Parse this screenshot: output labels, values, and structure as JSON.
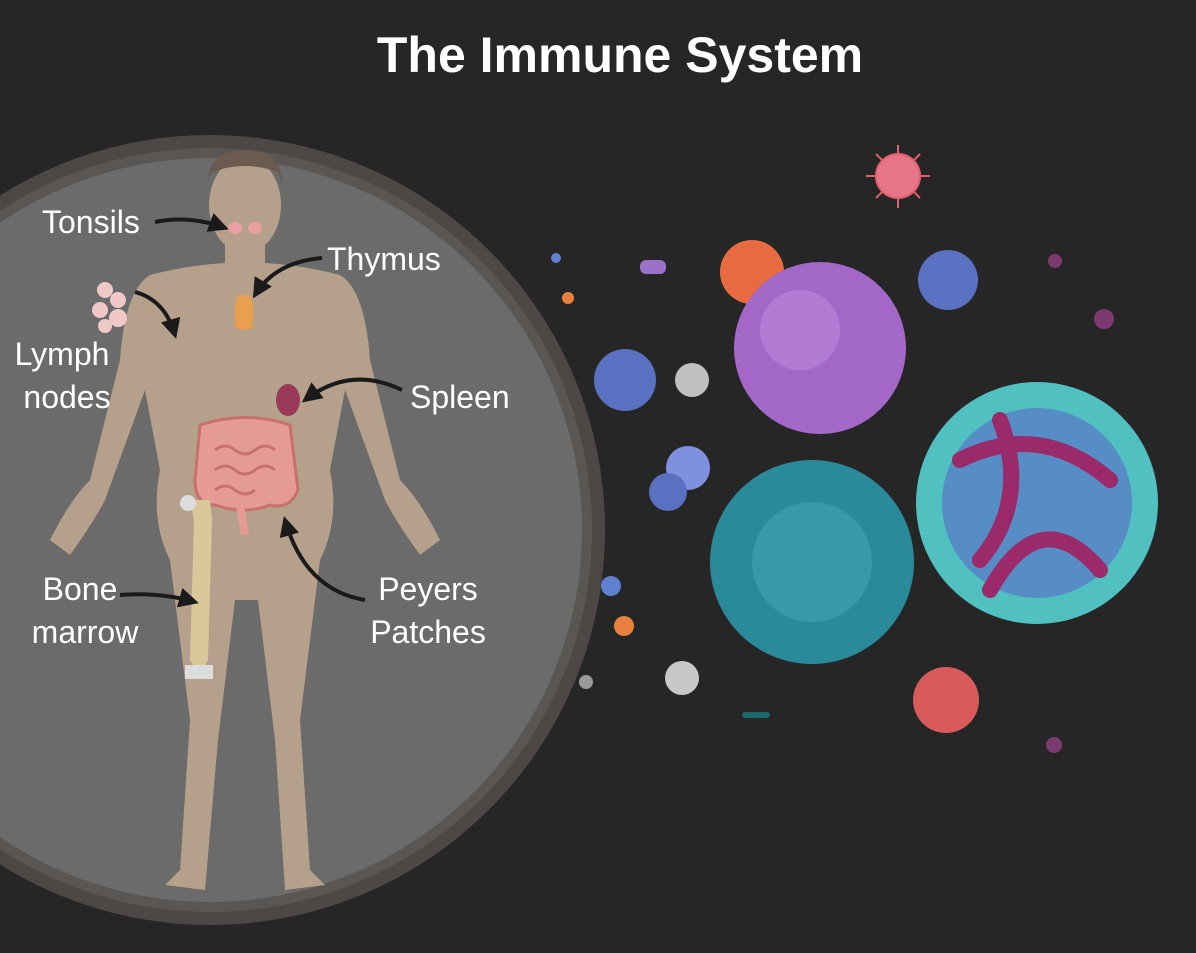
{
  "title": "The Immune System",
  "labels": {
    "tonsils": "Tonsils",
    "thymus": "Thymus",
    "lymph_1": "Lymph",
    "lymph_2": "nodes",
    "spleen": "Spleen",
    "bone_1": "Bone",
    "bone_2": "marrow",
    "peyers_1": "Peyers",
    "peyers_2": "Patches"
  },
  "colors": {
    "background": "#262626",
    "lens": "#6b6b6b",
    "lens_rim": "#4d4845",
    "skin": "#b5a08c",
    "intestine": "#e69a96",
    "spleen": "#9a3a5a",
    "thymus": "#e8a050",
    "bone": "#d8c89a"
  }
}
